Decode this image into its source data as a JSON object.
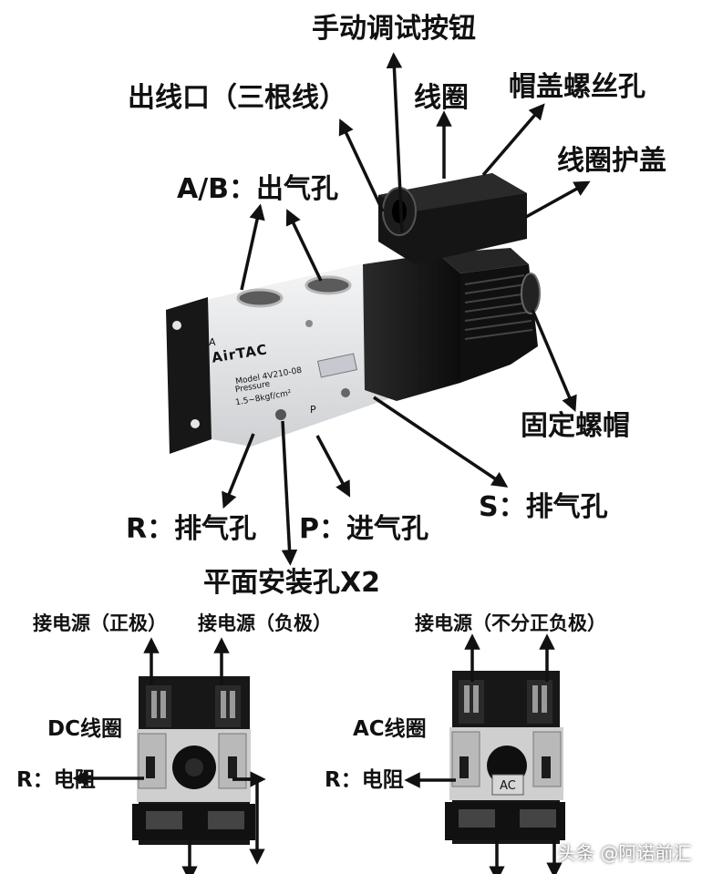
{
  "valve_labels": {
    "manual_button": "手动调试按钮",
    "outlet_wire": "出线口（三根线）",
    "coil": "线圈",
    "cap_screw_hole": "帽盖螺丝孔",
    "coil_cover": "线圈护盖",
    "ab_port": "A/B：出气孔",
    "fixing_nut": "固定螺帽",
    "s_port": "S：排气孔",
    "r_port": "R：排气孔",
    "p_port": "P：进气孔",
    "mount_hole": "平面安装孔X2"
  },
  "valve_body": {
    "brand": "AirTAC",
    "marking_a": "A",
    "model_text": "Model 4V210-08",
    "pressure_text": "Pressure",
    "range_text": "1.5~8kgf/cm²",
    "marking_p": "P"
  },
  "dc_panel": {
    "positive_label": "接电源（正极）",
    "negative_label": "接电源（负极）",
    "coil_label": "DC线圈",
    "resistor_label": "R：电阻"
  },
  "ac_panel": {
    "power_label": "接电源（不分正负极）",
    "coil_label": "AC线圈",
    "resistor_label": "R：电阻",
    "chip_text": "AC"
  },
  "watermark": "头条 @阿诺前汇",
  "colors": {
    "text": "#111111",
    "valve_body": "#e9eaec",
    "valve_dark": "#161616",
    "arrow": "#111111"
  }
}
